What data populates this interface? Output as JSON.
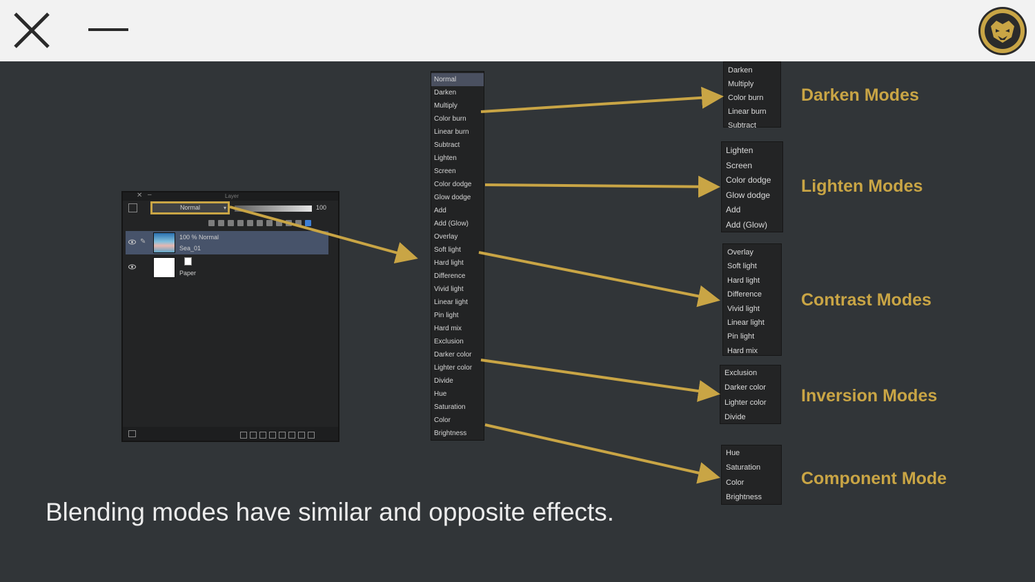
{
  "window": {
    "close_icon": "close-x-icon",
    "minimize_icon": "minimize-dash-icon",
    "logo_icon": "bulldog-emblem-icon"
  },
  "colors": {
    "accent": "#c9a545",
    "background": "#313538",
    "topbar": "#f2f2f2",
    "panel": "#232425"
  },
  "layer_panel": {
    "title": "Layer",
    "blend_mode": "Normal",
    "opacity": "100",
    "layers": [
      {
        "line1": "100 % Normal",
        "line2": "Sea_01",
        "selected": true
      },
      {
        "line1": "",
        "line2": "Paper",
        "selected": false
      }
    ]
  },
  "blend_list": {
    "items": [
      "Normal",
      "Darken",
      "Multiply",
      "Color burn",
      "Linear burn",
      "Subtract",
      "Lighten",
      "Screen",
      "Color dodge",
      "Glow dodge",
      "Add",
      "Add (Glow)",
      "Overlay",
      "Soft light",
      "Hard light",
      "Difference",
      "Vivid light",
      "Linear light",
      "Pin light",
      "Hard mix",
      "Exclusion",
      "Darker color",
      "Lighter color",
      "Divide",
      "Hue",
      "Saturation",
      "Color",
      "Brightness"
    ]
  },
  "groups": {
    "darken": {
      "label": "Darken Modes",
      "items": [
        "Darken",
        "Multiply",
        "Color burn",
        "Linear burn",
        "Subtract"
      ]
    },
    "lighten": {
      "label": "Lighten Modes",
      "items": [
        "Lighten",
        "Screen",
        "Color dodge",
        "Glow dodge",
        "Add",
        "Add (Glow)"
      ]
    },
    "contrast": {
      "label": "Contrast Modes",
      "items": [
        "Overlay",
        "Soft light",
        "Hard light",
        "Difference",
        "Vivid light",
        "Linear light",
        "Pin light",
        "Hard mix"
      ]
    },
    "inversion": {
      "label": "Inversion Modes",
      "items": [
        "Exclusion",
        "Darker color",
        "Lighter color",
        "Divide"
      ]
    },
    "component": {
      "label": "Component Mode",
      "items": [
        "Hue",
        "Saturation",
        "Color",
        "Brightness"
      ]
    }
  },
  "caption": "Blending modes have similar and opposite effects."
}
